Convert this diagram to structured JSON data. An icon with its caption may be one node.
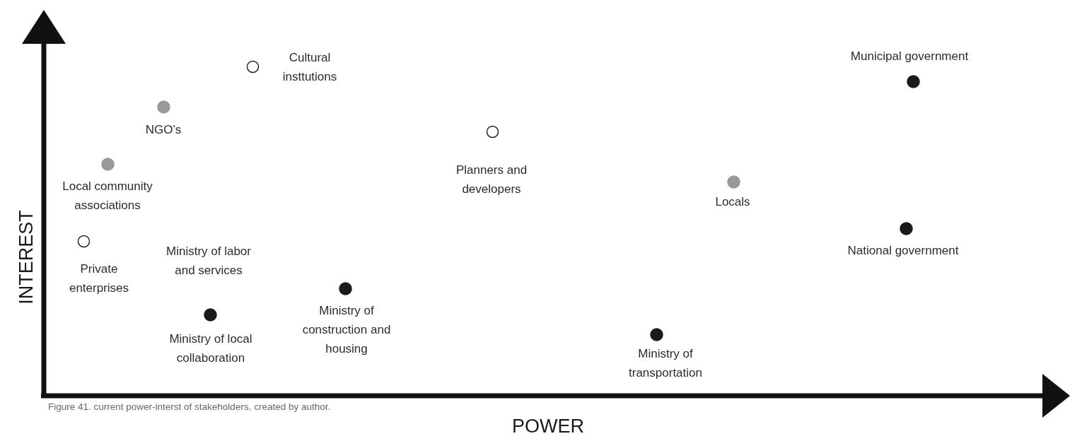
{
  "diagram": {
    "caption": "Figure 41. current power-interst of stakeholders, created by author.",
    "nodes": [
      {
        "text": [
          "Municipal government"
        ]
      },
      {
        "text": [
          "Cultural insttutions"
        ]
      },
      {
        "text": [
          "NGO’s"
        ]
      },
      {
        "text": [
          "Planners and developers"
        ]
      },
      {
        "text": [
          "Local community associations"
        ]
      },
      {
        "text": [
          "Locals"
        ]
      },
      {
        "text": [
          "National government"
        ]
      },
      {
        "text": [
          "Private enterprises"
        ]
      },
      {
        "text": [
          "Ministry of labor and services",
          "Ministry of local collaboration"
        ]
      },
      {
        "text": [
          "Ministry of construction and housing"
        ]
      },
      {
        "text": [
          "Ministry of transportation"
        ]
      }
    ],
    "edges": [],
    "labels": [
      "INTEREST",
      "POWER"
    ]
  }
}
